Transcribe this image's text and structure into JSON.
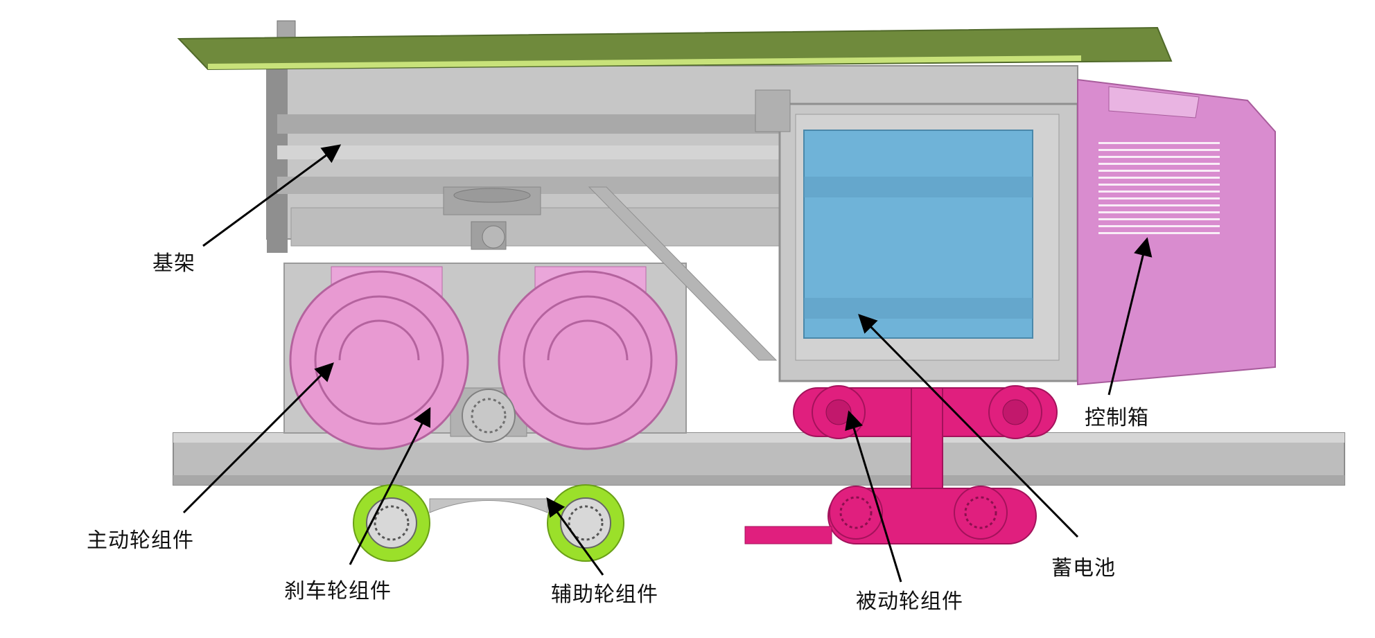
{
  "labels": {
    "base_frame": "基架",
    "drive_wheel": "主动轮组件",
    "brake_wheel": "刹车轮组件",
    "aux_wheel": "辅助轮组件",
    "passive_wheel": "被动轮组件",
    "battery": "蓄电池",
    "control_box": "控制箱"
  },
  "colors": {
    "top_plate": "#6f8a3c",
    "top_plate_edge": "#c8e27a",
    "frame": "#c4c4c4",
    "frame_dark": "#9a9a9a",
    "rail": "#bdbdbd",
    "drive_wheel": "#e89ad2",
    "battery": "#6fb3d8",
    "control_box": "#d98ccf",
    "passive_wheel": "#e01f7e",
    "aux_wheel": "#9be02a",
    "arrow": "#000000"
  }
}
